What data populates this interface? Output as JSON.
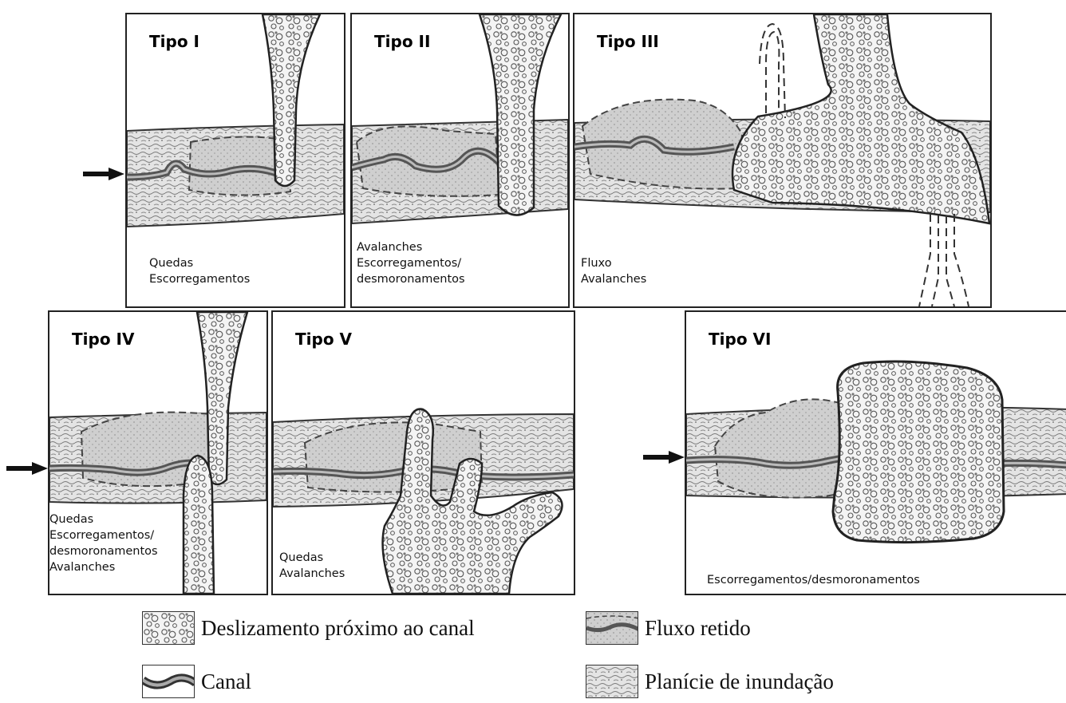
{
  "panels": [
    {
      "title": "Tipo I",
      "caption": [
        "Quedas",
        "Escorregamentos"
      ]
    },
    {
      "title": "Tipo II",
      "caption": [
        "Avalanches",
        "Escorregamentos/",
        "desmoronamentos"
      ]
    },
    {
      "title": "Tipo III",
      "caption": [
        "Fluxo",
        "Avalanches"
      ]
    },
    {
      "title": "Tipo IV",
      "caption": [
        "Quedas",
        "Escorregamentos/",
        "desmoronamentos",
        "Avalanches"
      ]
    },
    {
      "title": "Tipo V",
      "caption": [
        "Quedas",
        "Avalanches"
      ]
    },
    {
      "title": "Tipo VI",
      "caption": [
        "Escorregamentos/desmoronamentos"
      ]
    }
  ],
  "legend": [
    {
      "label": "Deslizamento próximo ao canal",
      "icon": "landslide-pattern-icon"
    },
    {
      "label": "Fluxo retido",
      "icon": "impounded-flow-pattern-icon"
    },
    {
      "label": "Canal",
      "icon": "channel-pattern-icon"
    },
    {
      "label": "Planície de inundação",
      "icon": "floodplain-pattern-icon"
    }
  ]
}
